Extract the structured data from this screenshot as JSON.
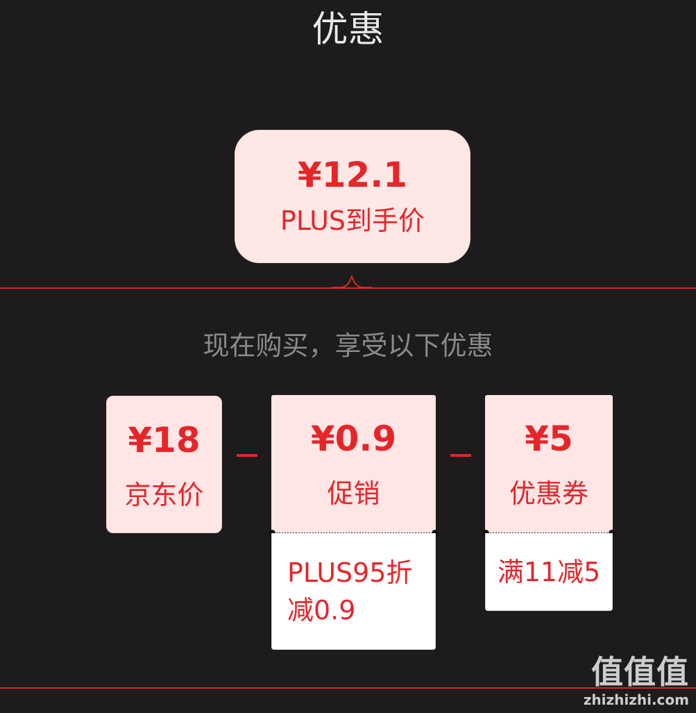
{
  "header": {
    "title": "优惠"
  },
  "final_price": {
    "amount": "¥12.1",
    "label": "PLUS到手价"
  },
  "subtitle": "现在购买，享受以下优惠",
  "breakdown": {
    "jd_price": {
      "amount": "¥18",
      "label": "京东价"
    },
    "promo": {
      "amount": "¥0.9",
      "label": "促销",
      "detail": "PLUS95折减0.9"
    },
    "coupon": {
      "amount": "¥5",
      "label": "优惠券",
      "detail": "满11减5"
    }
  },
  "watermark": {
    "main": "值值值",
    "sub": "zhizhizhi.com"
  },
  "colors": {
    "accent": "#e4262b",
    "card_bg": "#fee6e5",
    "page_bg": "#1d1b1c",
    "divider": "#d12a2a"
  }
}
